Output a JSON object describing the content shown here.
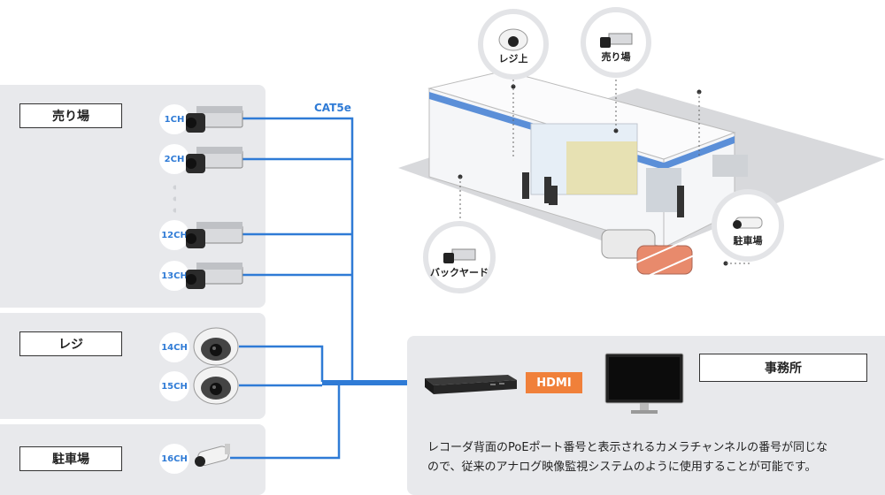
{
  "zones": {
    "sales": "売り場",
    "register": "レジ",
    "parking": "駐車場"
  },
  "channels": [
    "1CH",
    "2CH",
    "12CH",
    "13CH",
    "14CH",
    "15CH",
    "16CH"
  ],
  "cable_label": "CAT5e",
  "hdmi_label": "HDMI",
  "office": {
    "title": "事務所",
    "note_line1": "レコーダ背面のPoEポート番号と表示されるカメラチャンネルの番号が同じな",
    "note_line2": "ので、従来のアナログ映像監視システムのように使用することが可能です。"
  },
  "store_callouts": {
    "register_top": "レジ上",
    "sales_floor": "売り場",
    "backyard": "バックヤード",
    "parking": "駐車場"
  },
  "colors": {
    "cable": "#2f7bd6",
    "hdmi": "#f0803a",
    "panel": "#e8e9ec"
  },
  "icons": [
    "box-camera-icon",
    "dome-camera-icon",
    "bullet-camera-icon",
    "recorder-icon",
    "monitor-icon",
    "store-illustration"
  ]
}
